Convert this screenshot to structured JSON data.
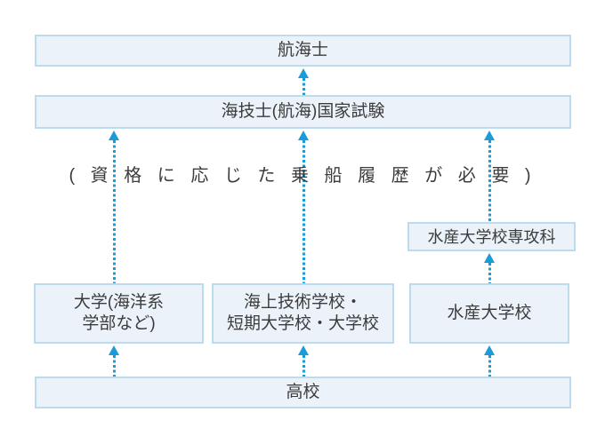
{
  "colors": {
    "background": "#FFFFFF",
    "box_fill": "#EBF2F9",
    "box_border": "#BCDBEC",
    "arrow": "#1A9CD8",
    "text": "#3C3C3C"
  },
  "diagram": {
    "nodes": {
      "navigator": "航海士",
      "exam": "海技士(航海)国家試験",
      "fisheries_college_advanced_course": "水産大学校専攻科",
      "university": "大学(海洋系\n学部など)",
      "maritime_schools": "海上技術学校・\n短期大学校・大学校",
      "fisheries_college": "水産大学校",
      "high_school": "高校"
    },
    "note": "( 資 格 に 応 じ た 乗 船 履 歴 が 必 要 )"
  }
}
